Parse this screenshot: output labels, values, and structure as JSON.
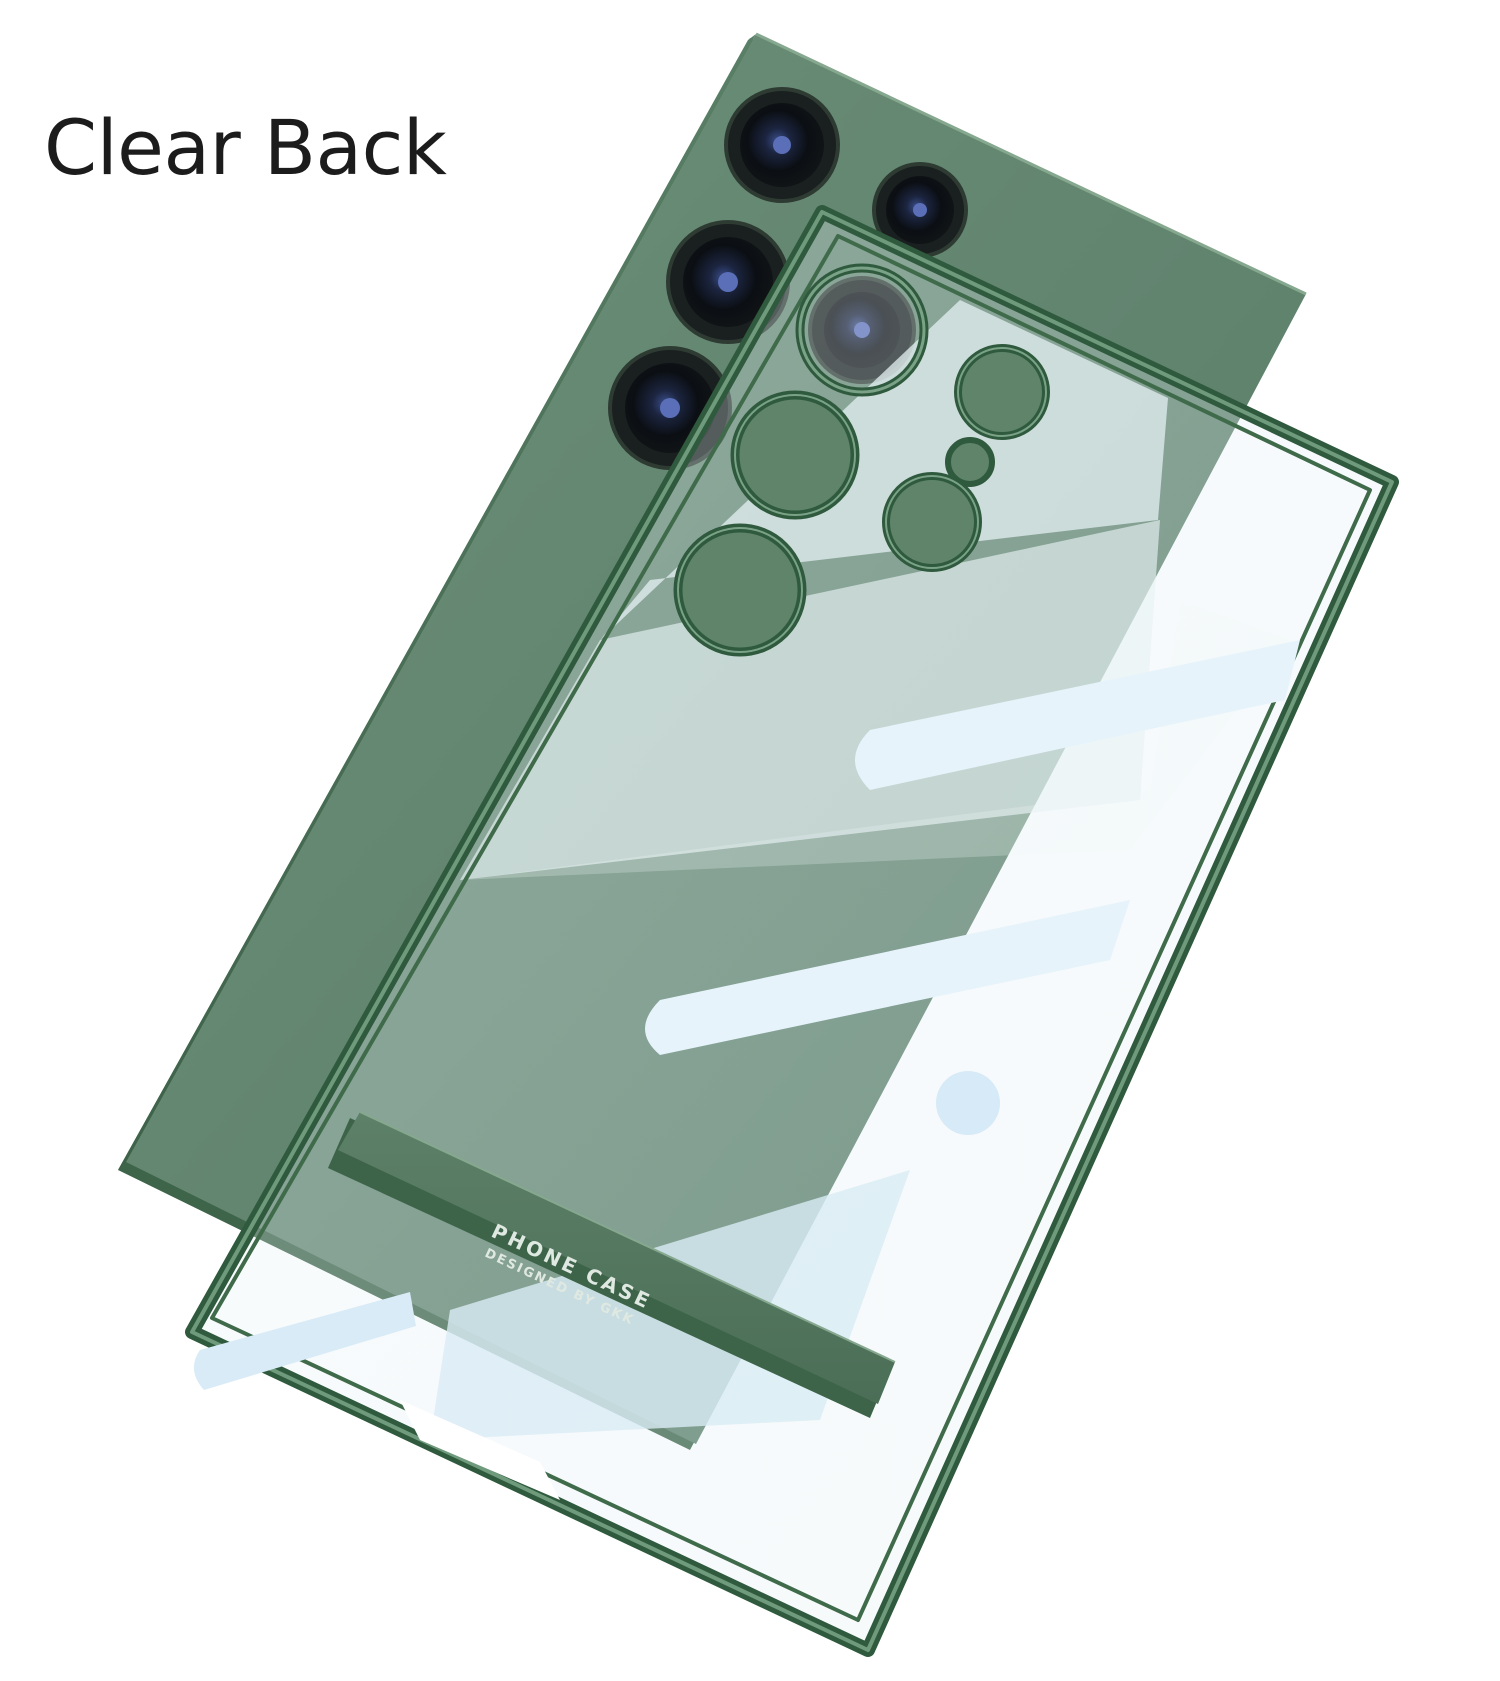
{
  "headline": "Clear Back",
  "product": {
    "stand_label_line1": "PHONE CASE",
    "stand_label_line2": "DESIGNED BY GKK"
  },
  "colors": {
    "phone_green": "#64876f",
    "frame_green": "#2f5a3d",
    "glass_highlight": "#dcecf5",
    "lens_black": "#0e1213"
  },
  "icons": [
    "phone-illustration",
    "camera-lens-icon",
    "kickstand-icon"
  ]
}
